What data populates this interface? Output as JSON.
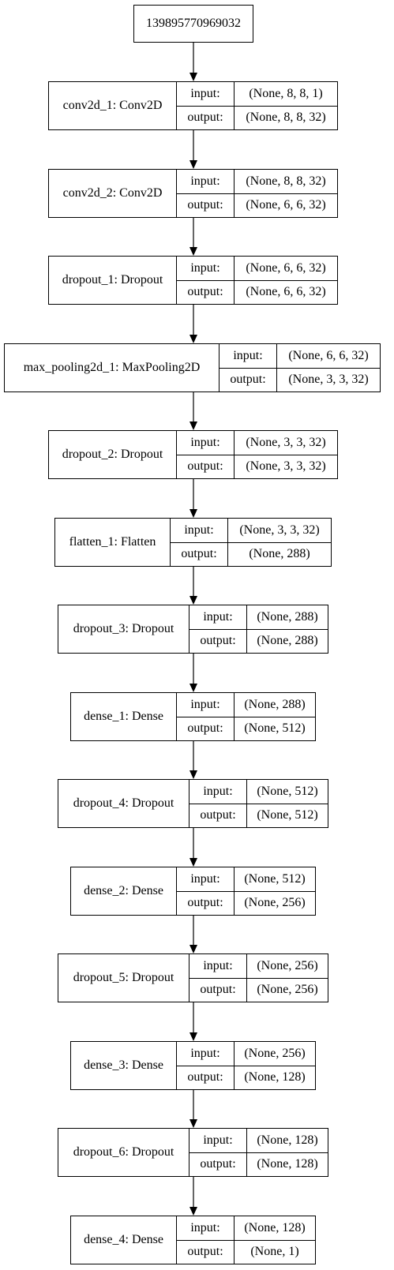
{
  "input_node": {
    "label": "139895770969032"
  },
  "io_labels": {
    "input": "input:",
    "output": "output:"
  },
  "layers": [
    {
      "name": "conv2d_1: Conv2D",
      "input": "(None, 8, 8, 1)",
      "output": "(None, 8, 8, 32)"
    },
    {
      "name": "conv2d_2: Conv2D",
      "input": "(None, 8, 8, 32)",
      "output": "(None, 6, 6, 32)"
    },
    {
      "name": "dropout_1: Dropout",
      "input": "(None, 6, 6, 32)",
      "output": "(None, 6, 6, 32)"
    },
    {
      "name": "max_pooling2d_1: MaxPooling2D",
      "input": "(None, 6, 6, 32)",
      "output": "(None, 3, 3, 32)"
    },
    {
      "name": "dropout_2: Dropout",
      "input": "(None, 3, 3, 32)",
      "output": "(None, 3, 3, 32)"
    },
    {
      "name": "flatten_1: Flatten",
      "input": "(None, 3, 3, 32)",
      "output": "(None, 288)"
    },
    {
      "name": "dropout_3: Dropout",
      "input": "(None, 288)",
      "output": "(None, 288)"
    },
    {
      "name": "dense_1: Dense",
      "input": "(None, 288)",
      "output": "(None, 512)"
    },
    {
      "name": "dropout_4: Dropout",
      "input": "(None, 512)",
      "output": "(None, 512)"
    },
    {
      "name": "dense_2: Dense",
      "input": "(None, 512)",
      "output": "(None, 256)"
    },
    {
      "name": "dropout_5: Dropout",
      "input": "(None, 256)",
      "output": "(None, 256)"
    },
    {
      "name": "dense_3: Dense",
      "input": "(None, 256)",
      "output": "(None, 128)"
    },
    {
      "name": "dropout_6: Dropout",
      "input": "(None, 128)",
      "output": "(None, 128)"
    },
    {
      "name": "dense_4: Dense",
      "input": "(None, 128)",
      "output": "(None, 1)"
    }
  ]
}
